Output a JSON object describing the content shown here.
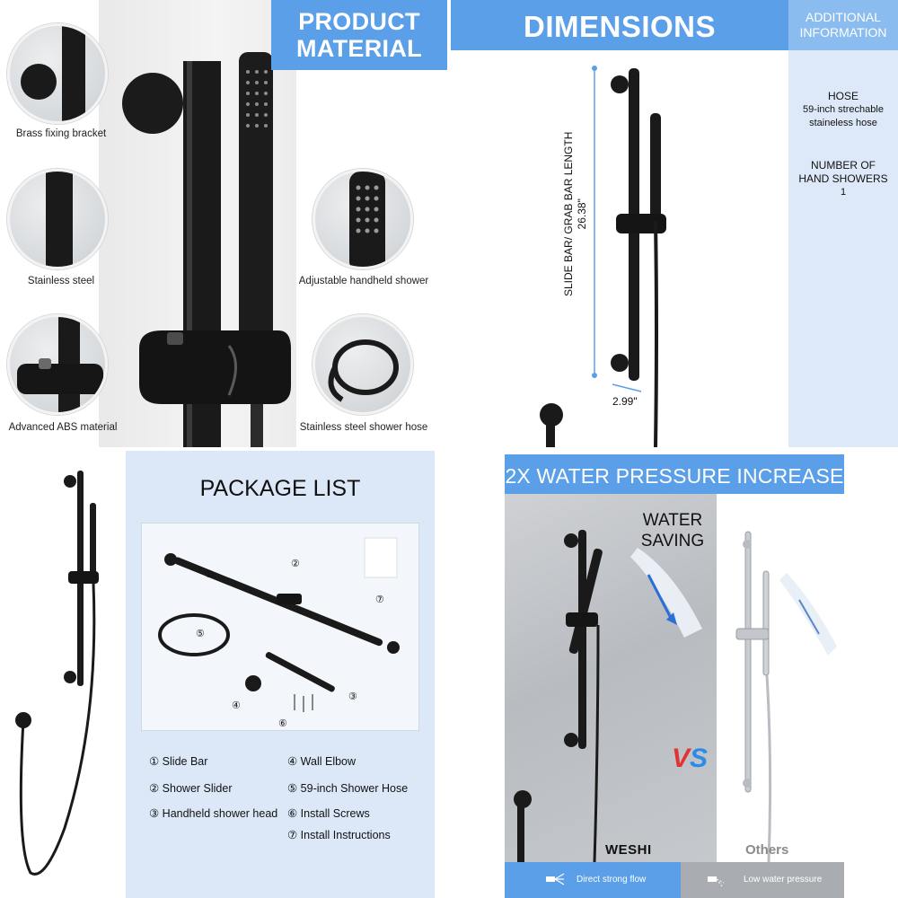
{
  "product_material": {
    "banner": [
      "PRODUCT",
      "MATERIAL"
    ],
    "features": [
      {
        "label": "Brass fixing bracket",
        "icon": "bracket-icon"
      },
      {
        "label": "Stainless steel",
        "icon": "bar-icon"
      },
      {
        "label": "Advanced ABS material",
        "icon": "slider-icon"
      },
      {
        "label": "Adjustable handheld shower",
        "icon": "handheld-shower-icon"
      },
      {
        "label": "Stainless steel shower hose",
        "icon": "hose-icon"
      }
    ]
  },
  "dimensions": {
    "title": "DIMENSIONS",
    "bar_length_label": "SLIDE BAR/ GRAB BAR LENGTH",
    "bar_length_value": "26.38\"",
    "width_value": "2.99\"",
    "additional": {
      "title": [
        "ADDITIONAL",
        "INFORMATION"
      ],
      "hose_label": "HOSE",
      "hose_value": [
        "59-inch strechable",
        "staineless hose"
      ],
      "showers_label": [
        "NUMBER OF",
        "HAND SHOWERS"
      ],
      "showers_value": "1"
    }
  },
  "package_list": {
    "title": "PACKAGE LIST",
    "markers": [
      "①",
      "②",
      "③",
      "④",
      "⑤",
      "⑥",
      "⑦"
    ],
    "items_left": [
      "① Slide Bar",
      "② Shower Slider",
      "③ Handheld shower head"
    ],
    "items_right": [
      "④ Wall Elbow",
      "⑤ 59-inch Shower Hose",
      "⑥ Install Screws",
      "⑦ Install Instructions"
    ]
  },
  "water_pressure": {
    "title": "2X WATER PRESSURE INCREASE",
    "water_saving": [
      "WATER",
      "SAVING"
    ],
    "vs_v": "V",
    "vs_s": "S",
    "brand": "WESHI",
    "others": "Others",
    "left_caption": "Direct strong flow",
    "right_caption": "Low water pressure",
    "colors": {
      "accent": "#5a9fe8",
      "dark": "#111111",
      "chrome": "#c9ccd0"
    }
  }
}
